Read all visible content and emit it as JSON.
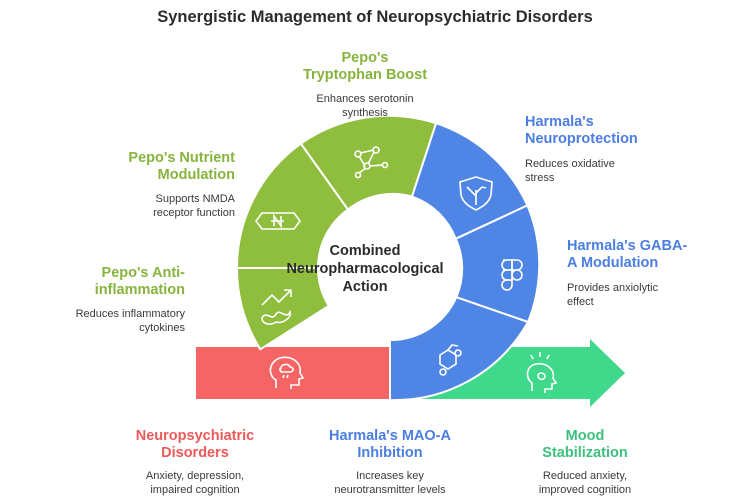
{
  "title": "Synergistic Management of Neuropsychiatric Disorders",
  "center": [
    "Combined",
    "Neuropharmacological",
    "Action"
  ],
  "colors": {
    "green": "#8fbe3f",
    "blue": "#4f86e6",
    "red": "#f66565",
    "mint": "#40d88a"
  },
  "segments": {
    "tryptophan": {
      "title_1": "Pepo's",
      "title_2": "Tryptophan Boost",
      "desc_1": "Enhances serotonin",
      "desc_2": "synthesis",
      "icon": "molecule-network-icon"
    },
    "nutrient": {
      "title_1": "Pepo's Nutrient",
      "title_2": "Modulation",
      "desc_1": "Supports NMDA",
      "desc_2": "receptor function",
      "icon": "nutrient-tag-icon"
    },
    "antiinflammation": {
      "title_1": "Pepo's Anti-",
      "title_2": "inflammation",
      "desc_1": "Reduces inflammatory",
      "desc_2": "cytokines",
      "icon": "trend-up-icon"
    },
    "neuroprotection": {
      "title_1": "Harmala's",
      "title_2": "Neuroprotection",
      "desc_1": "Reduces oxidative",
      "desc_2": "stress",
      "icon": "shield-icon"
    },
    "gaba": {
      "title_1": "Harmala's GABA-",
      "title_2": "A Modulation",
      "desc_1": "Provides anxiolytic",
      "desc_2": "effect",
      "icon": "figma-shape-icon"
    },
    "maoa": {
      "title_1": "Harmala's MAO-A",
      "title_2": "Inhibition",
      "desc_1": "Increases key",
      "desc_2": "neurotransmitter levels",
      "icon": "benzene-icon"
    },
    "disorders": {
      "title_1": "Neuropsychiatric",
      "title_2": "Disorders",
      "desc_1": "Anxiety, depression,",
      "desc_2": "impaired cognition",
      "icon": "head-storm-icon"
    },
    "mood": {
      "title_1": "Mood",
      "title_2": "Stabilization",
      "desc_1": "Reduced anxiety,",
      "desc_2": "improved cognition",
      "icon": "calm-head-icon"
    }
  }
}
